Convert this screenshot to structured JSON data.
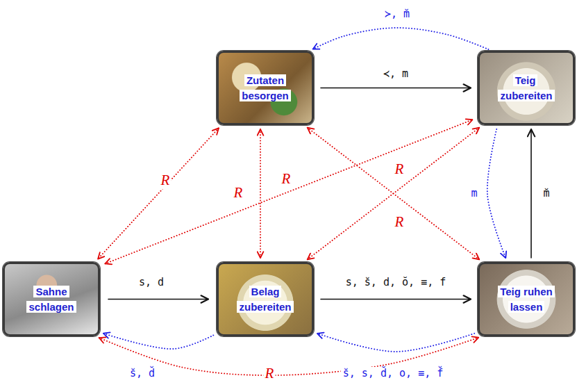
{
  "diagram": {
    "nodes": [
      {
        "text": [
          "Zutaten besorgen"
        ]
      },
      {
        "text": [
          "Teig zubereiten"
        ]
      },
      {
        "text": [
          "Sahne schlagen"
        ]
      },
      {
        "text": [
          "Belag zubereiten"
        ]
      },
      {
        "text": [
          "Teig ruhen lassen"
        ]
      }
    ],
    "edges": [
      {
        "from": 0,
        "to": 1,
        "label": "≺, m",
        "arrow": "to"
      },
      {
        "from": 1,
        "to": 0,
        "label": "≻, m̆",
        "arrow": "to"
      },
      {
        "from": 1,
        "to": 4,
        "label": "m",
        "arrow": "to"
      },
      {
        "from": 4,
        "to": 1,
        "label": "m̆",
        "arrow": "to"
      },
      {
        "from": 2,
        "to": 3,
        "label": "s, d",
        "arrow": "to"
      },
      {
        "from": 3,
        "to": 4,
        "label": "s, s̆, d, ŏ, ≡, f",
        "arrow": "to"
      },
      {
        "from": 3,
        "to": 2,
        "label": "s̆, d̆",
        "arrow": "to"
      },
      {
        "from": 4,
        "to": 3,
        "label": "s̆, s, d̆, o, ≡, f̆",
        "arrow": "to"
      },
      {
        "from": 0,
        "to": 2,
        "label": "R",
        "arrow": "both"
      },
      {
        "from": 0,
        "to": 3,
        "label": "R",
        "arrow": "both"
      },
      {
        "from": 0,
        "to": 4,
        "label": "R",
        "arrow": "both"
      },
      {
        "from": 3,
        "to": 1,
        "label": "R",
        "arrow": "both"
      },
      {
        "from": 2,
        "to": 1,
        "label": "R",
        "arrow": "both"
      },
      {
        "from": 2,
        "to": 4,
        "label": "R",
        "arrow": "both"
      }
    ]
  }
}
